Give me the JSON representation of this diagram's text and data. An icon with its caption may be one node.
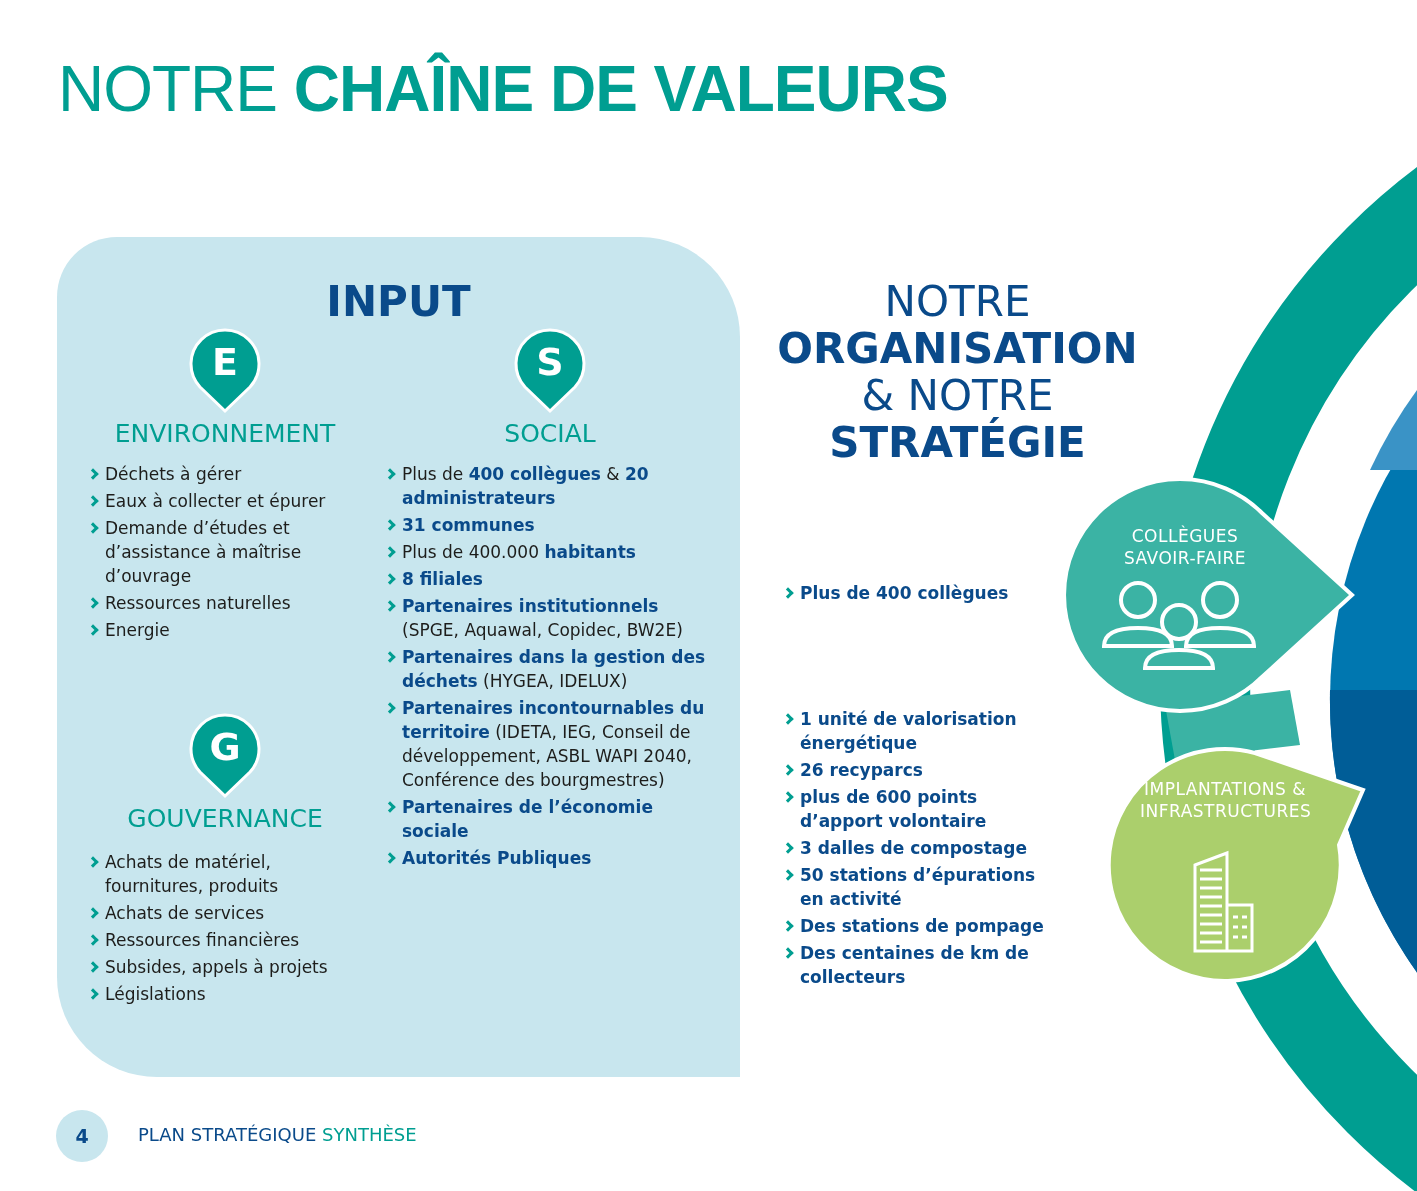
{
  "diagram": {
    "title": "NOTRE **CHAÎNE DE VALEURS**",
    "nodes": [
      {
        "text": [
          "INPUT"
        ]
      },
      {
        "text": [
          "E"
        ],
        "in": 0,
        "beside": [
          "ENVIRONNEMENT"
        ]
      },
      {
        "text": [
          "S"
        ],
        "in": 0,
        "beside": [
          "SOCIAL"
        ]
      },
      {
        "text": [
          "G"
        ],
        "in": 0,
        "beside": [
          "GOUVERNANCE"
        ]
      },
      {
        "text": [
          "COLLÈGUES SAVOIR-FAIRE"
        ]
      },
      {
        "text": [
          "IMPLANTATIONS & INFRASTRUCTURES"
        ]
      }
    ],
    "labels": [
      "Déchets à gérer",
      "Eaux à collecter et épurer",
      "Demande d’études et d’assistance à maîtrise d’ouvrage",
      "Ressources naturelles",
      "Energie",
      "Plus de **400 collègues** & **20 administrateurs**",
      "**31 communes**",
      "Plus de 400.000 **habitants**",
      "**8 filiales**",
      "**Partenaires institutionnels** (SPGE, Aquawal, Copidec, BW2E)",
      "**Partenaires dans la gestion des déchets** (HYGEA, IDELUX)",
      "**Partenaires incontournables du territoire** (IDETA, IEG, Conseil de développement, ASBL WAPI 2040, Conférence des bourgmestres)",
      "**Partenaires de l’économie sociale**",
      "**Autorités Publiques**",
      "Achats de matériel, fournitures, produits",
      "Achats de services",
      "Ressources financières",
      "Subsides, appels à projets",
      "Législations",
      "NOTRE **ORGANISATION** & NOTRE **STRATÉGIE**",
      "Plus de 400 collègues",
      "1 unité de valorisation énergétique",
      "26 recyparcs",
      "plus de 600 points d’apport volontaire",
      "3 dalles de compostage",
      "50 stations d’épurations en activité",
      "Des stations de pompage",
      "Des centaines de km de collecteurs",
      "4",
      "PLAN STRATÉGIQUE",
      "SYNTHÈSE"
    ]
  }
}
